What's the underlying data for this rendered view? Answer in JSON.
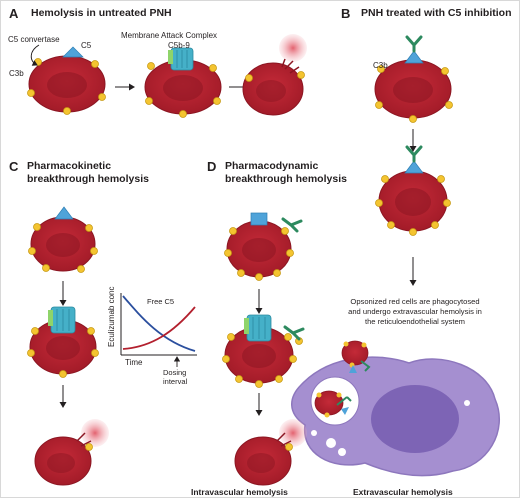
{
  "panels": {
    "a": {
      "letter": "A",
      "title": "Hemolysis in untreated PNH"
    },
    "b": {
      "letter": "B",
      "title": "PNH treated with C5 inhibition"
    },
    "c": {
      "letter": "C",
      "title_line1": "Pharmacokinetic",
      "title_line2": "breakthrough hemolysis"
    },
    "d": {
      "letter": "D",
      "title_line1": "Pharmacodynamic",
      "title_line2": "breakthrough hemolysis"
    }
  },
  "labels": {
    "c5_convertase": "C5 convertase",
    "c5": "C5",
    "c3b_a": "C3b",
    "c3b_b": "C3b",
    "mac_line1": "Membrane Attack Complex",
    "mac_line2": "C5b-9",
    "opsonized": "Opsonized red cells are phagocytosed and undergo extravascular hemolysis in the reticuloendothelial system",
    "intravascular": "Intravascular hemolysis",
    "extravascular": "Extravascular hemolysis"
  },
  "graph": {
    "y_label": "Eculizumab conc",
    "x_label": "Time",
    "free_c5": "Free C5",
    "dosing_line1": "Dosing",
    "dosing_line2": "interval"
  },
  "colors": {
    "rbc": "#b3202e",
    "rbc_dark": "#8c1622",
    "c3b": "#f4c430",
    "c5": "#4fa3d9",
    "mac": "#45b0c8",
    "antibody": "#2d8a5f",
    "macrophage": "#a58fd0",
    "nucleus": "#7d64b5",
    "curve_blue": "#2b4f9e",
    "curve_red": "#b3202e"
  }
}
